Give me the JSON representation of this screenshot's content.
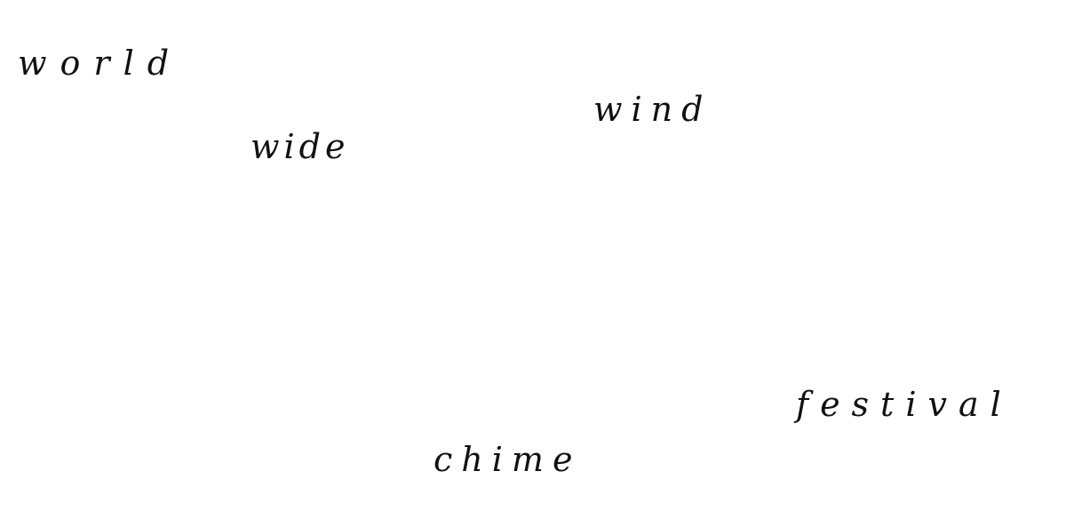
{
  "words": [
    {
      "text": "world"
    },
    {
      "text": "wide"
    },
    {
      "text": "wind"
    },
    {
      "text": "festival"
    },
    {
      "text": "chime"
    }
  ],
  "colors": {
    "background": "#ffffff",
    "ink": "#111111"
  }
}
